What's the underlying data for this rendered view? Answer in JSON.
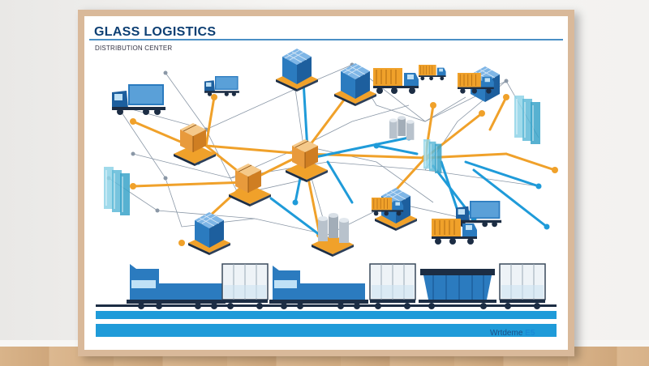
{
  "poster": {
    "title": "GLASS LOGISTICS",
    "subtitle": "DISTRIBUTION CENTER",
    "brand_text": "Wrtdeme",
    "brand_mark": "E5"
  },
  "colors": {
    "primary_blue": "#2b7bbf",
    "accent_orange": "#f0a12a",
    "dark_navy": "#0d3f73",
    "light_blue": "#1f9bd9",
    "frame": "#d9b99a"
  },
  "icons": [
    "glass-crate-icon",
    "truck-icon",
    "container-truck-icon",
    "glass-panes-icon",
    "cylinder-stack-icon",
    "train-locomotive-icon",
    "rail-car-icon"
  ]
}
